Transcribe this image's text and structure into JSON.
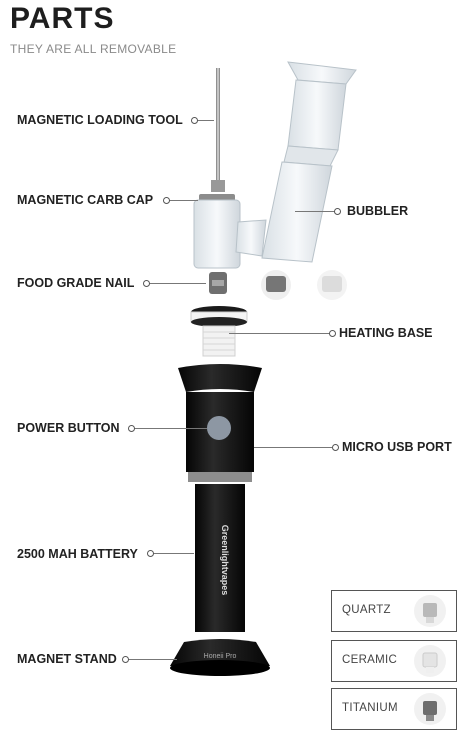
{
  "header": {
    "title": "PARTS",
    "subtitle": "THEY ARE ALL REMOVABLE"
  },
  "parts": {
    "loading_tool": "MAGNETIC LOADING TOOL",
    "carb_cap": "MAGNETIC CARB CAP",
    "bubbler": "BUBBLER",
    "food_grade_nail": "FOOD GRADE NAIL",
    "heating_base": "HEATING BASE",
    "power_button": "POWER BUTTON",
    "micro_usb": "MICRO USB PORT",
    "battery": "2500 MAH BATTERY",
    "magnet_stand": "MAGNET STAND"
  },
  "device": {
    "brand": "Greenlightvapes",
    "stand_text": "Honeii Pro"
  },
  "materials": [
    {
      "label": "QUARTZ",
      "icon": "quartz-nail-icon"
    },
    {
      "label": "CERAMIC",
      "icon": "ceramic-nail-icon"
    },
    {
      "label": "TITANIUM",
      "icon": "titanium-nail-icon"
    }
  ],
  "colors": {
    "text": "#1e1e1e",
    "subtitle": "#8a8a8a",
    "device": "#111111",
    "glass": "#e9eef2"
  }
}
